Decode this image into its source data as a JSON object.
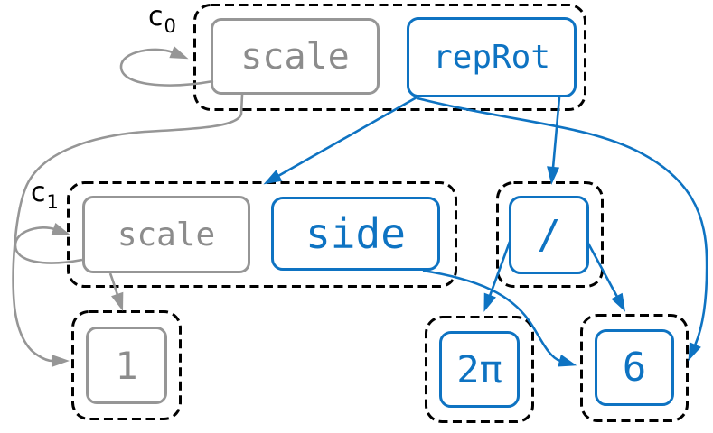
{
  "diagram": {
    "clusters": [
      {
        "name": "c0",
        "label": "c",
        "subscript": "0"
      },
      {
        "name": "c1",
        "label": "c",
        "subscript": "1"
      }
    ],
    "nodes": [
      {
        "id": "c0-scale",
        "label": "scale",
        "color_role": "gray"
      },
      {
        "id": "c0-repRot",
        "label": "repRot",
        "color_role": "blue"
      },
      {
        "id": "c1-scale",
        "label": "scale",
        "color_role": "gray"
      },
      {
        "id": "c1-side",
        "label": "side",
        "color_role": "blue"
      },
      {
        "id": "divide",
        "label": "/",
        "color_role": "blue"
      },
      {
        "id": "one",
        "label": "1",
        "color_role": "gray"
      },
      {
        "id": "two-pi",
        "label": "2π",
        "color_role": "blue"
      },
      {
        "id": "six",
        "label": "6",
        "color_role": "blue"
      }
    ],
    "edges": [
      {
        "from": "c0-scale",
        "to": "c0-scale",
        "style": "self-loop",
        "color_role": "gray"
      },
      {
        "from": "c0-scale",
        "to": "one",
        "style": "curve",
        "color_role": "gray"
      },
      {
        "from": "c1-scale",
        "to": "c1-scale",
        "style": "self-loop",
        "color_role": "gray"
      },
      {
        "from": "c1-scale",
        "to": "one",
        "style": "straight",
        "color_role": "gray"
      },
      {
        "from": "c0-repRot",
        "to": "c1",
        "style": "straight",
        "color_role": "blue"
      },
      {
        "from": "c0-repRot",
        "to": "divide",
        "style": "straight",
        "color_role": "blue"
      },
      {
        "from": "c0-repRot",
        "to": "six",
        "style": "curve",
        "color_role": "blue"
      },
      {
        "from": "c1-side",
        "to": "six",
        "style": "curve",
        "color_role": "blue"
      },
      {
        "from": "divide",
        "to": "two-pi",
        "style": "straight",
        "color_role": "blue"
      },
      {
        "from": "divide",
        "to": "six",
        "style": "straight",
        "color_role": "blue"
      }
    ],
    "colors": {
      "blue": "#0e73c2",
      "gray_stroke": "#969696",
      "gray_text": "#8c8c8c",
      "dashed_border": "#000000",
      "background": "#ffffff"
    }
  }
}
